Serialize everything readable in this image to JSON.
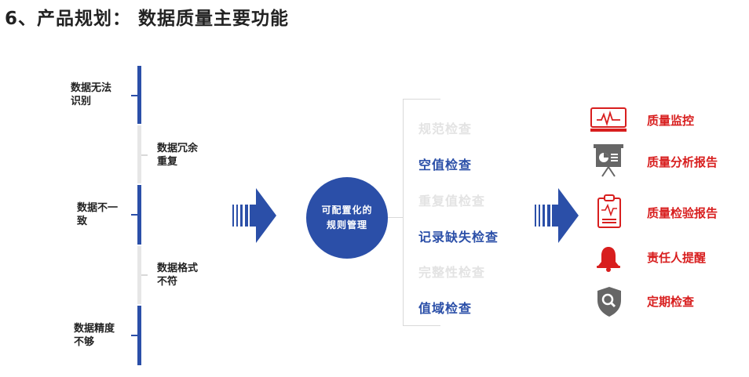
{
  "title": "6、产品规划： 数据质量主要功能",
  "problems": [
    {
      "lines": [
        "数据无法",
        "识别"
      ]
    },
    {
      "lines": [
        "数据冗余",
        "重复"
      ]
    },
    {
      "lines": [
        "数据不一",
        "致"
      ]
    },
    {
      "lines": [
        "数据格式",
        "不符"
      ]
    },
    {
      "lines": [
        "数据精度",
        "不够"
      ]
    }
  ],
  "center": {
    "lines": [
      "可配置化的",
      "规则管理"
    ]
  },
  "checks": [
    {
      "label": "规范检查",
      "state": "faded"
    },
    {
      "label": "空值检查",
      "state": "active"
    },
    {
      "label": "重复值检查",
      "state": "faded"
    },
    {
      "label": "记录缺失检查",
      "state": "active"
    },
    {
      "label": "完整性检查",
      "state": "faded"
    },
    {
      "label": "值域检查",
      "state": "active"
    }
  ],
  "functions": [
    {
      "label": "质量监控",
      "icon": "monitor-icon"
    },
    {
      "label": "质量分析报告",
      "icon": "presentation-board-icon"
    },
    {
      "label": "质量检验报告",
      "icon": "clipboard-report-icon"
    },
    {
      "label": "责任人提醒",
      "icon": "bell-icon"
    },
    {
      "label": "定期检查",
      "icon": "shield-search-icon"
    }
  ],
  "colors": {
    "primary": "#2b4fa8",
    "accent": "#d81e1e",
    "faded": "#e3e3e3",
    "icon_gray": "#666666"
  }
}
